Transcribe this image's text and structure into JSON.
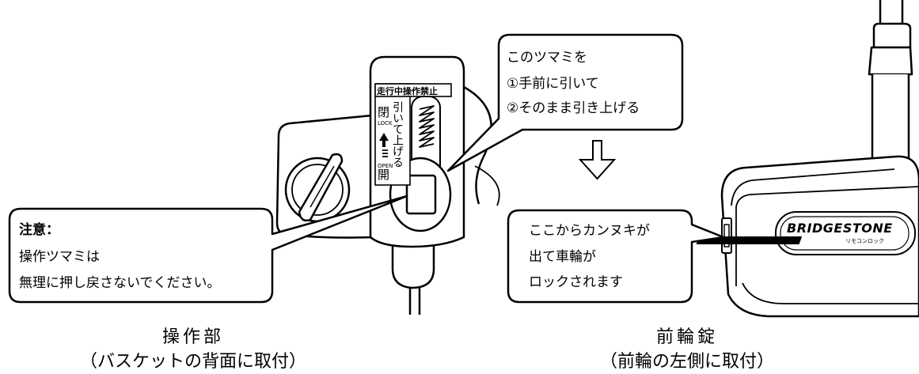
{
  "lock_panel": {
    "header": "走行中操作禁止",
    "pull_text": "引いて上げる",
    "close_kanji": "閉",
    "lock_label": "LOCK",
    "open_label": "OPEN",
    "open_kanji": "開"
  },
  "callout_knob": {
    "line1": "このツマミを",
    "line2": "①手前に引いて",
    "line3": "②そのまま引き上げる"
  },
  "callout_warning": {
    "title": "注意：",
    "line1": "操作ツマミは",
    "line2": "無理に押し戻さないでください。"
  },
  "callout_bolt": {
    "line1": "ここからカンヌキが",
    "line2": "出て車輪が",
    "line3": "ロックされます"
  },
  "brand": {
    "name": "BRIDGESTONE",
    "sub": "リモコンロック"
  },
  "captions": {
    "left_title": "操作部",
    "left_sub": "（バスケットの背面に取付）",
    "right_title": "前輪錠",
    "right_sub": "（前輪の左側に取付）"
  }
}
